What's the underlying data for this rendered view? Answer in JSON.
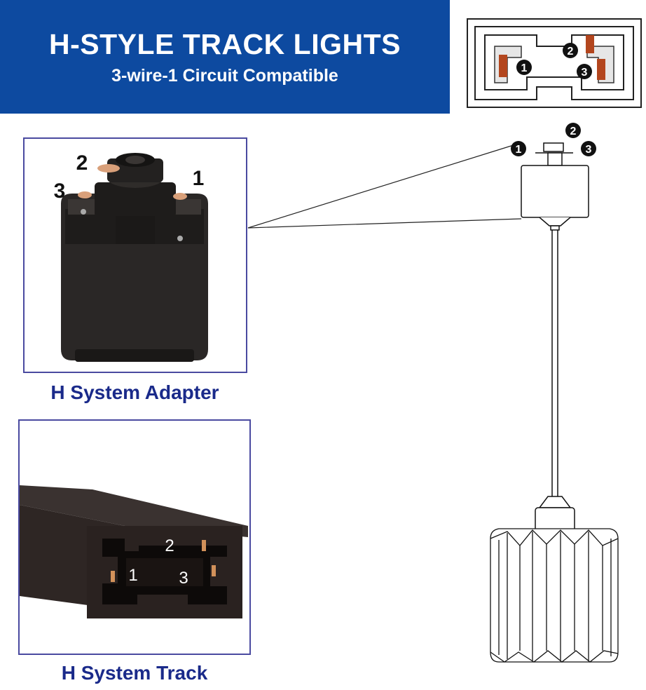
{
  "banner": {
    "title": "H-STYLE TRACK LIGHTS",
    "subtitle": "3-wire-1 Circuit Compatible"
  },
  "adapter": {
    "caption": "H System Adapter",
    "markers": [
      "1",
      "2",
      "3"
    ]
  },
  "track": {
    "caption": "H System Track",
    "markers": [
      "1",
      "2",
      "3"
    ]
  },
  "profile": {
    "markers": [
      "1",
      "2",
      "3"
    ]
  },
  "pendant": {
    "markers": [
      "1",
      "2",
      "3"
    ]
  },
  "colors": {
    "banner": "#0d4aa0",
    "caption": "#1a2a8a",
    "frame": "#4a4aa0",
    "contact": "#c8641e",
    "device": "#2a2726"
  }
}
